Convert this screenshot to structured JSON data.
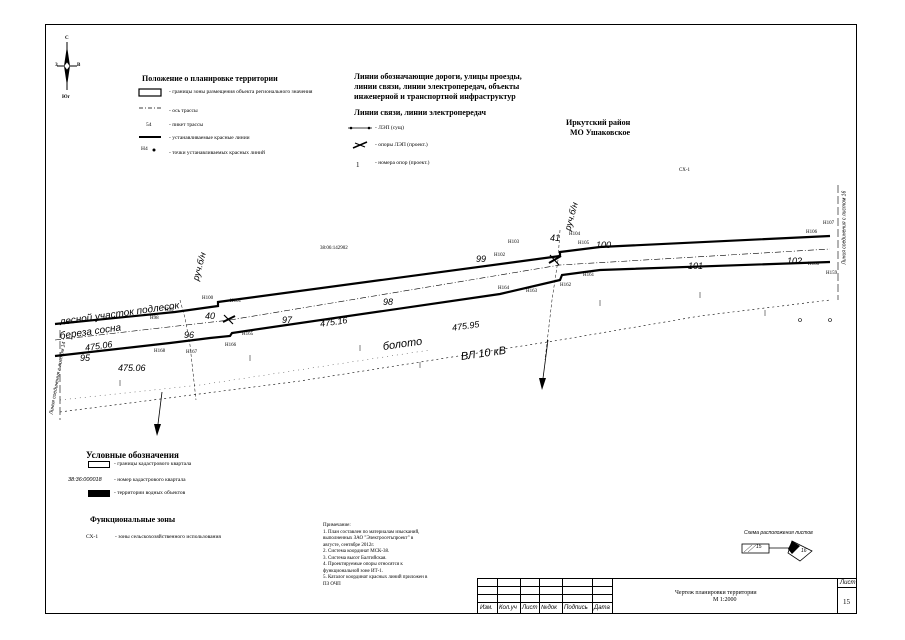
{
  "compass": {
    "north": "С",
    "south": "Юг",
    "west": "З",
    "east": "В"
  },
  "legend_planning": {
    "title": "Положение о планировке территории",
    "items": [
      "- границы зоны размещения объекта регионального значения",
      "- ось трассы",
      "- пикет трассы",
      "- устанавливаемые красные линии",
      "- точки устанавливаемых красных линий"
    ],
    "picket_sample": "54",
    "point_sample": "Н4"
  },
  "legend_lines": {
    "title_line1": "Линии обозначающие дороги, улицы проезды,",
    "title_line2": "линии связи, линии электропередач, объекты",
    "title_line3": "инженерной и транспортной инфраструктур",
    "subtitle": "Линии связи, линии электропередач",
    "items": [
      "- ЛЭП (сущ)",
      "- опоры ЛЭП (проект.)",
      "- номера опор (проект.)"
    ]
  },
  "region": {
    "line1": "Иркутский район",
    "line2": "МО Ушаковское"
  },
  "zone_code_top": "СХ-1",
  "cadastral_number_map": "38:06:142902",
  "map_labels": {
    "stream_left": "руч.б/н",
    "stream_right": "руч.б/н",
    "swamp": "болото",
    "vl": "ВЛ 10 кВ",
    "left_hand1": "лесной участок подлесок",
    "left_hand2": "береза сосна",
    "scale_note_left": "Линия соединения с листом 14",
    "scale_note_right": "Линия соединения с листом 16",
    "elevations": [
      "475.06",
      "475.16",
      "475.95",
      "475.06"
    ],
    "picket_numbers": [
      "95",
      "96",
      "97",
      "98",
      "99",
      "100",
      "101",
      "102",
      "40",
      "41"
    ],
    "points_upper": [
      "Н98",
      "Н99",
      "Н100",
      "Н101",
      "Н102",
      "Н103",
      "Н104",
      "Н105",
      "Н106",
      "Н107"
    ],
    "points_lower": [
      "Н168",
      "Н167",
      "Н166",
      "Н165",
      "Н164",
      "Н163",
      "Н162",
      "Н161",
      "Н160",
      "Н159"
    ]
  },
  "legend_conventional": {
    "title": "Условные обозначения",
    "items": [
      "- границы кадастрового квартала",
      "- номер кадастрового квартала",
      "- территории водных объектов"
    ],
    "cad_sample": "38:36:000018"
  },
  "functional_zones": {
    "title": "Функциональные зоны",
    "code": "СХ-1",
    "description": "- зоны сельскохозяйственного использования"
  },
  "notes": {
    "title": "Примечание:",
    "lines": [
      "1. План составлен по материалам изысканий,",
      "выполненных ЗАО \"Электросетьпроект\" в",
      "августе, сентябре 2012г.",
      "2. Система координат МСК-38.",
      "3. Система высот Балтийская.",
      "4. Проектируемые опоры относятся к",
      "функциональной зоне ИТ-1.",
      "5. Каталог координат красных линий приложен в",
      "ПЗ ОЧП"
    ]
  },
  "sheet_scheme": {
    "title": "Схема расположения листов",
    "left": "15",
    "right": "16"
  },
  "stamp": {
    "columns": [
      "Изм.",
      "Кол.уч",
      "Лист",
      "№док",
      "Подпись",
      "Дата"
    ],
    "title_line1": "Чертеж планировки территории",
    "title_line2": "М 1:2000",
    "sheet_label": "Лист",
    "sheet_number": "15"
  }
}
